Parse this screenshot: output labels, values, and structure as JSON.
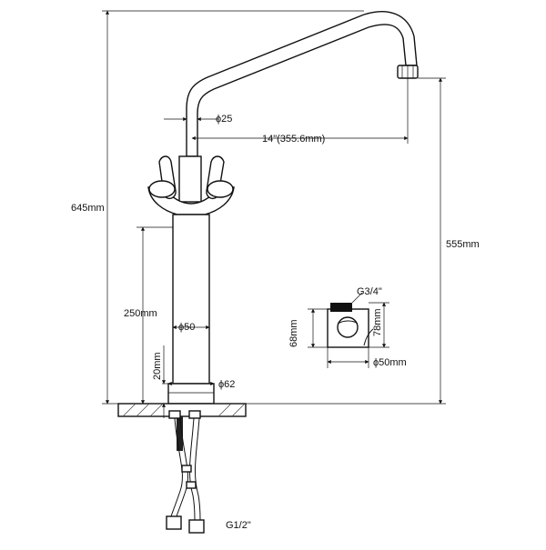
{
  "dimensions": {
    "total_height": "645mm",
    "spout_diameter": "ϕ25",
    "spout_reach": "14\"(355.6mm)",
    "spout_height": "555mm",
    "body_height": "250mm",
    "body_diameter": "ϕ50",
    "base_height": "20mm",
    "base_diameter": "ϕ62",
    "hose_thread": "G1/2\"",
    "inset_thread": "G3/4\"",
    "inset_height_68": "68mm",
    "inset_height_78": "78mm",
    "inset_diameter": "ϕ50mm"
  },
  "colors": {
    "line": "#111111",
    "background": "#ffffff"
  }
}
